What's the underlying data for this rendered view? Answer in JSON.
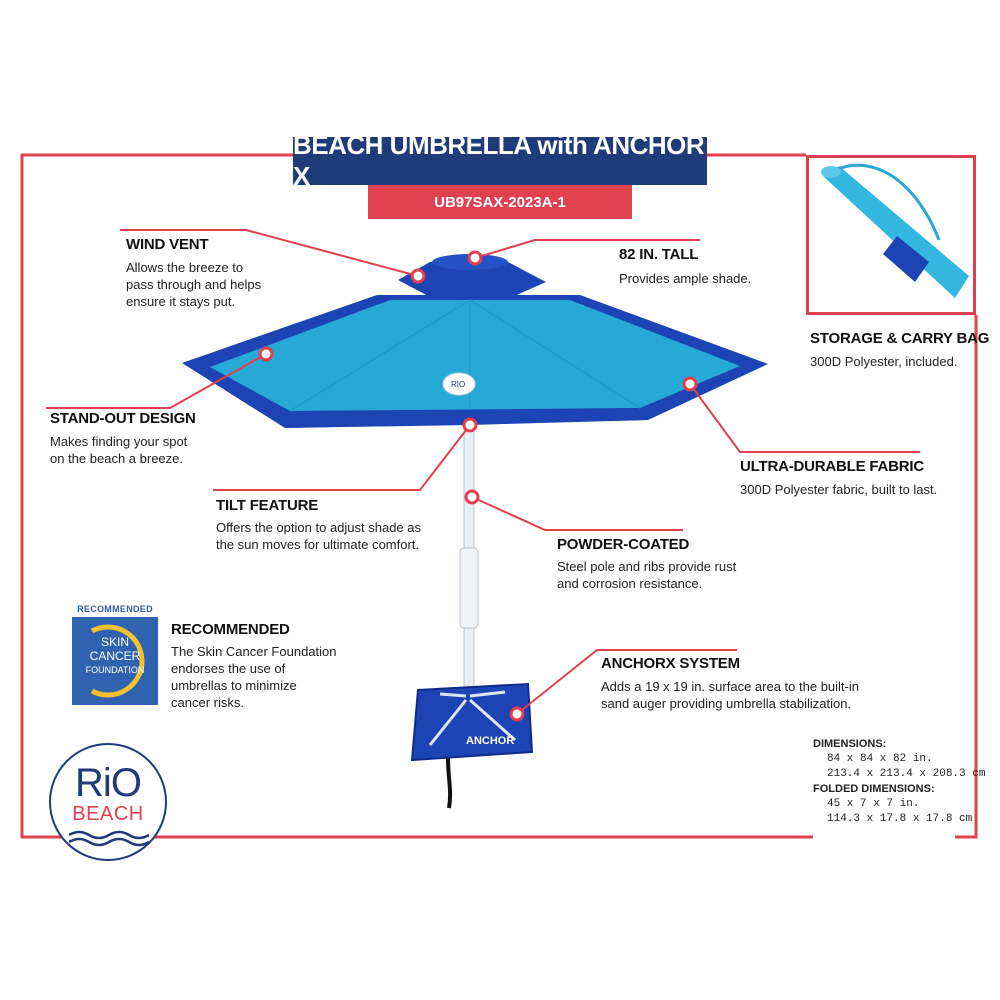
{
  "title": "BEACH UMBRELLA with ANCHOR X",
  "sku": "UB97SAX-2023A-1",
  "features": {
    "wind_vent": {
      "heading": "WIND VENT",
      "lines": [
        "Allows the breeze to",
        "pass through and helps",
        "ensure it stays put."
      ]
    },
    "tall": {
      "heading": "82 IN. TALL",
      "lines": [
        "Provides ample shade."
      ]
    },
    "standout": {
      "heading": "STAND-OUT DESIGN",
      "lines": [
        "Makes finding your spot",
        "on the beach a breeze."
      ]
    },
    "fabric": {
      "heading": "ULTRA-DURABLE FABRIC",
      "lines": [
        "300D Polyester fabric, built to last."
      ]
    },
    "tilt": {
      "heading": "TILT FEATURE",
      "lines": [
        "Offers the option to adjust shade as",
        "the sun moves for ultimate comfort."
      ]
    },
    "powder": {
      "heading": "POWDER-COATED",
      "lines": [
        "Steel pole and ribs provide rust",
        "and corrosion resistance."
      ]
    },
    "recommended": {
      "heading": "RECOMMENDED",
      "lines": [
        "The Skin Cancer Foundation",
        "endorses the use of",
        "umbrellas  to minimize",
        "cancer risks."
      ]
    },
    "anchor": {
      "heading": "ANCHORX SYSTEM",
      "lines": [
        "Adds a 19 x 19 in. surface area to the built-in",
        "sand auger providing umbrella stabilization."
      ]
    },
    "storage": {
      "heading": "STORAGE & CARRY BAG",
      "lines": [
        "300D Polyester, included."
      ]
    }
  },
  "dimensions": {
    "label": "DIMENSIONS:",
    "imperial": "84 x 84 x 82 in.",
    "metric": "213.4 x 213.4 x 208.3 cm",
    "folded_label": "FOLDED DIMENSIONS:",
    "folded_imperial": "45 x 7 x 7 in.",
    "folded_metric": "114.3 x 17.8 x 17.8 cm"
  },
  "badge": {
    "top": "RECOMMENDED",
    "lines": [
      "SKIN",
      "CANCER",
      "FOUNDATION"
    ]
  },
  "umbrella_logo": "RIO",
  "anchor_logo": "ANCHOR",
  "brand": {
    "line1": "RiO",
    "line2": "BEACH"
  },
  "colors": {
    "navy": "#1f3b7a",
    "red": "#e0404f",
    "canopy": "#27a9d6",
    "trim": "#1c44b4"
  }
}
